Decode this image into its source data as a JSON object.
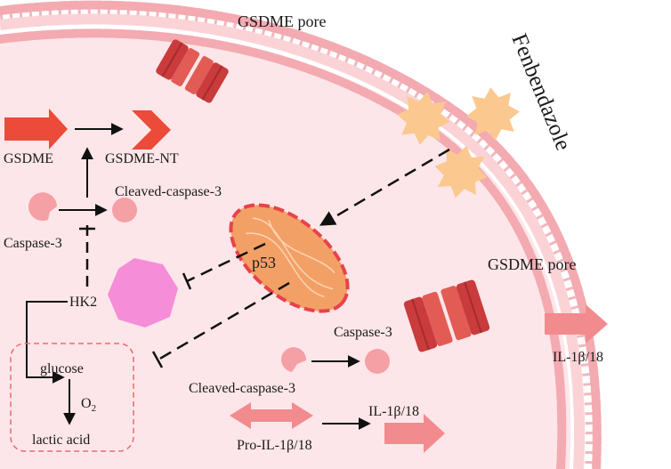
{
  "labels": {
    "gsdme_pore_top": "GSDME pore",
    "gsdme_pore_right": "GSDME pore",
    "fenbendazole": "Fenbendazole",
    "gsdme": "GSDME",
    "gsdme_nt": "GSDME-NT",
    "cleaved_caspase3_top": "Cleaved-caspase-3",
    "caspase3_left": "Caspase-3",
    "p53": "p53",
    "hk2": "HK2",
    "glucose": "glucose",
    "o2": "O",
    "o2_sub": "2",
    "lactic_acid": "lactic acid",
    "caspase3_mid": "Caspase-3",
    "cleaved_caspase3_mid": "Cleaved-caspase-3",
    "pro_il": "Pro-IL-1β/18",
    "il_inside": "IL-1β/18",
    "il_outside": "IL-1β/18"
  },
  "colors": {
    "background": "#ffffff",
    "cell_fill": "#fde6e9",
    "membrane_head": "#f3aab1",
    "membrane_tail": "#f0b8be",
    "pore_dark": "#c93b3c",
    "pore_light": "#e25c55",
    "gsdme_arrow": "#ec4b3a",
    "caspase_circle": "#f5a0a5",
    "p53_fill": "#f3a066",
    "p53_border": "#e8424b",
    "hk2_heptagon": "#f68dd8",
    "fenbendazole_star": "#fbc98f",
    "il_arrow": "#f28b8e",
    "dashed_box": "#ef6b6b",
    "line": "#111111"
  }
}
